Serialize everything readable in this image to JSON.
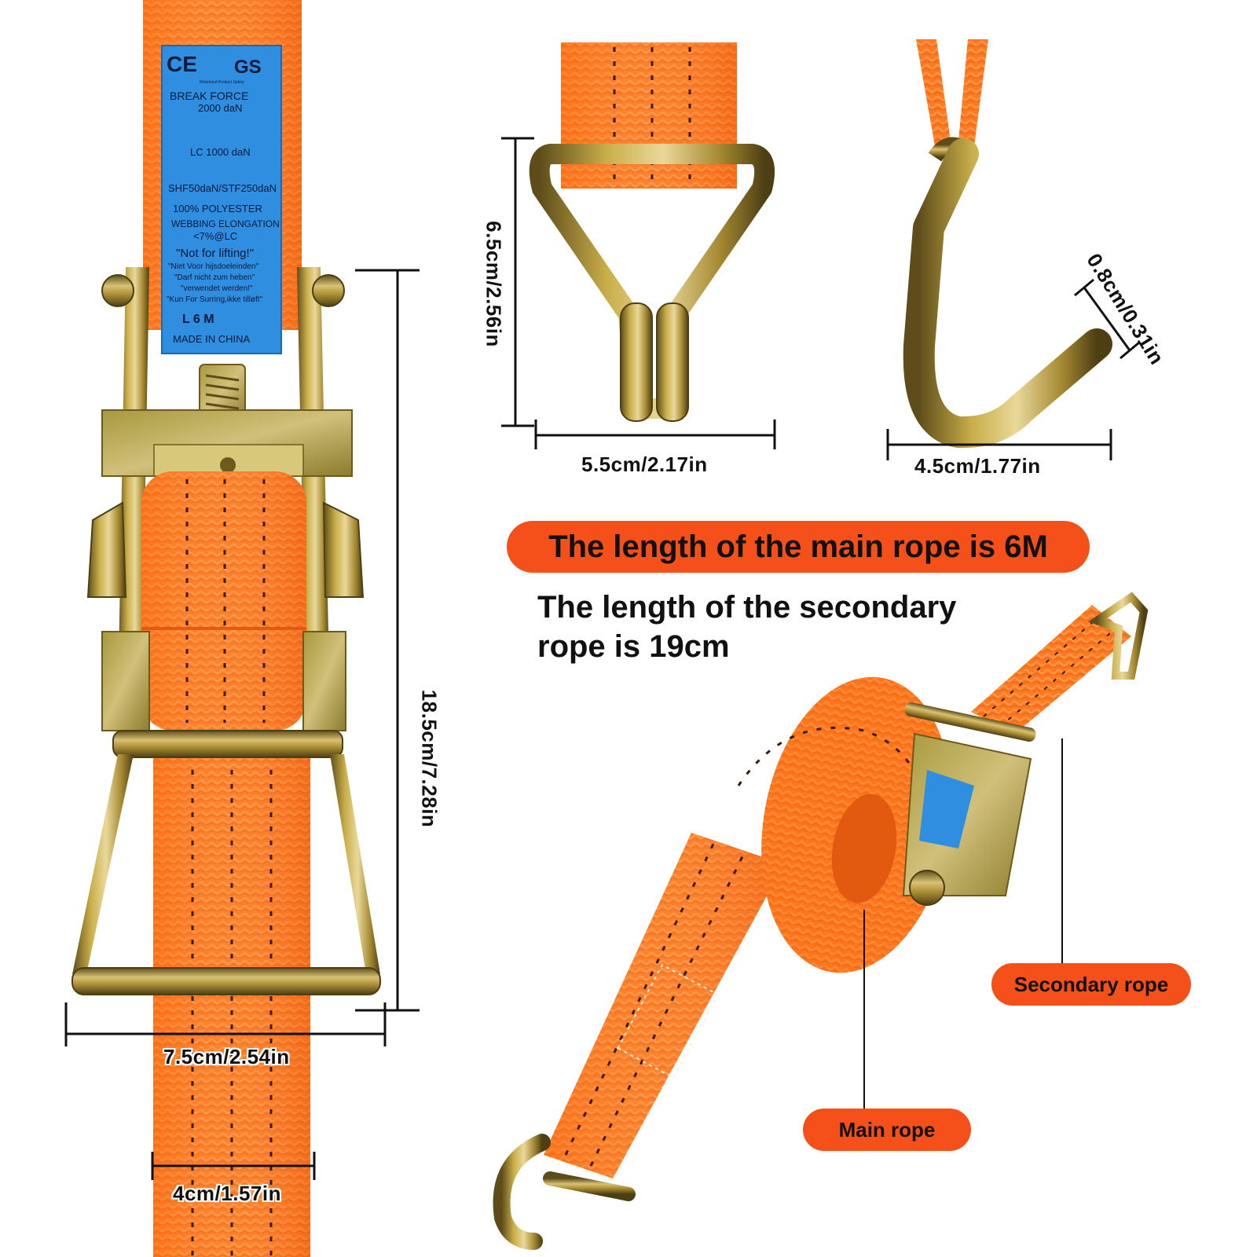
{
  "colors": {
    "strap": "#ff7a22",
    "strap_dark": "#e8601a",
    "stitch": "#3a1a0a",
    "metal": "#b59a3a",
    "metal_dark": "#6e5a1c",
    "tag": "#2f8ee0",
    "pill": "#f5501a"
  },
  "headline": {
    "main_rope": "The length of the main rope is 6M",
    "secondary_rope_line1": "The length of the secondary",
    "secondary_rope_line2": "rope is 19cm"
  },
  "callouts": {
    "main_rope": "Main rope",
    "secondary_rope": "Secondary rope"
  },
  "dimensions": {
    "ratchet_height": "18.5cm/7.28in",
    "ratchet_width": "7.5cm/2.54in",
    "strap_width": "4cm/1.57in",
    "double_hook_height": "6.5cm/2.56in",
    "double_hook_width": "5.5cm/2.17in",
    "j_hook_width": "4.5cm/1.77in",
    "j_hook_thickness": "0.8cm/0.31in"
  },
  "tag": {
    "marks": [
      "CE",
      "GS"
    ],
    "mark_small": "Rheinland Product Safety",
    "break_force_label": "BREAK FORCE",
    "break_force_value": "2000 daN",
    "lc": "LC 1000 daN",
    "shf": "SHF50daN/STF250daN",
    "material": "100% POLYESTER",
    "elongation_1": "WEBBING ELONGATION",
    "elongation_2": "<7%@LC",
    "warning": "\"Not for lifting!\"",
    "warning_nl": "\"Niet Voor hijsdoeleinden\"",
    "warning_de1": "\"Darf nicht zum heben\"",
    "warning_de2": "\"verwendet werden!\"",
    "warning_no": "\"Kun For Surring,ikke tilløft\"",
    "length_code": "L  6  M",
    "origin": "MADE IN CHINA"
  },
  "icons": [
    "ratchet-icon",
    "double-j-hook-icon",
    "j-hook-icon",
    "coiled-strap-icon"
  ]
}
